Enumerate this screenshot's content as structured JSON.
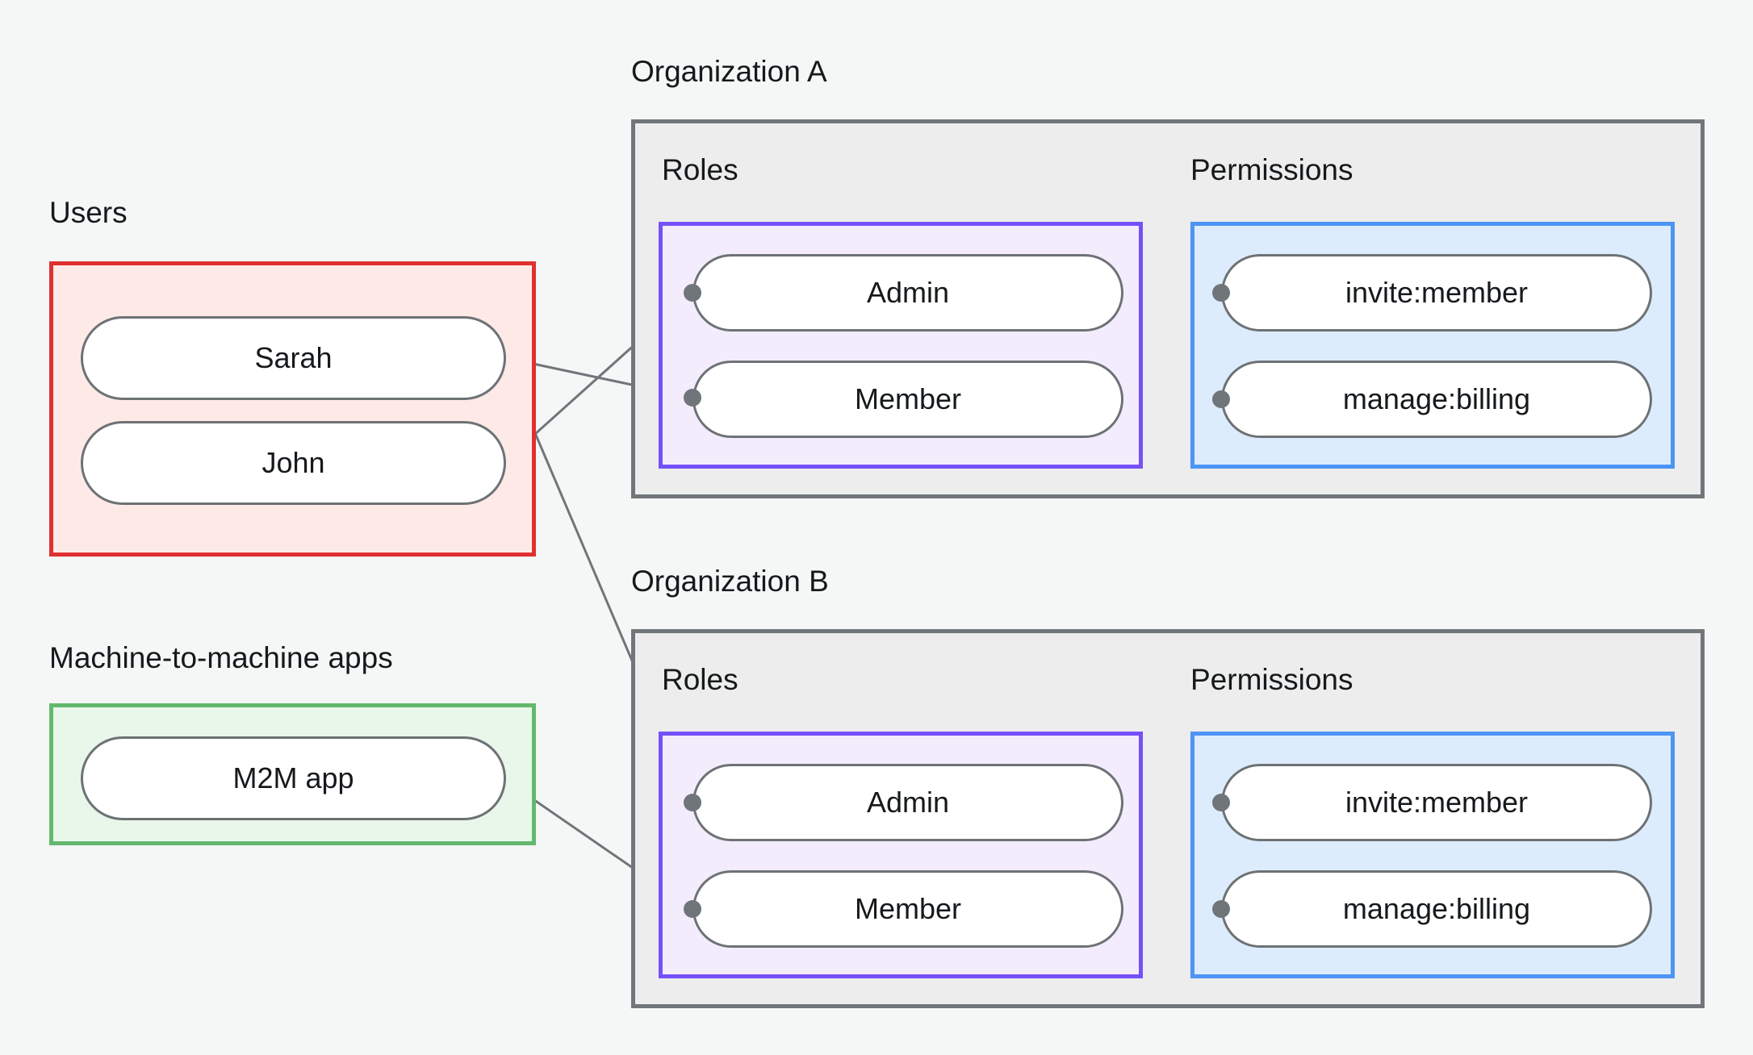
{
  "diagram": {
    "title_visible": false,
    "background_color": "#f4f7f6",
    "colors": {
      "users_border": "#e03131",
      "users_fill": "#fdeae7",
      "m2m_border": "#62b96e",
      "m2m_fill": "#e9f7ea",
      "org_border": "#70767a",
      "org_fill": "#ecedec",
      "roles_border": "#7550f8",
      "roles_fill": "#f3ecfd",
      "permissions_border": "#4d94f5",
      "permissions_fill": "#ddecfd",
      "node_border": "#6d7275",
      "node_fill": "#ffffff",
      "edge": "#70757a",
      "text": "#16191c"
    }
  },
  "users_group": {
    "label": "Users",
    "nodes": [
      {
        "id": "sarah",
        "label": "Sarah"
      },
      {
        "id": "john",
        "label": "John"
      }
    ]
  },
  "m2m_group": {
    "label": "Machine-to-machine apps",
    "nodes": [
      {
        "id": "m2m-app",
        "label": "M2M app"
      }
    ]
  },
  "organizations": [
    {
      "id": "org-a",
      "label": "Organization A",
      "roles": {
        "caption": "Roles",
        "nodes": [
          {
            "id": "org-a-admin",
            "label": "Admin"
          },
          {
            "id": "org-a-member",
            "label": "Member"
          }
        ]
      },
      "permissions": {
        "caption": "Permissions",
        "nodes": [
          {
            "id": "org-a-invite",
            "label": "invite:member"
          },
          {
            "id": "org-a-billing",
            "label": "manage:billing"
          }
        ]
      }
    },
    {
      "id": "org-b",
      "label": "Organization B",
      "roles": {
        "caption": "Roles",
        "nodes": [
          {
            "id": "org-b-admin",
            "label": "Admin"
          },
          {
            "id": "org-b-member",
            "label": "Member"
          }
        ]
      },
      "permissions": {
        "caption": "Permissions",
        "nodes": [
          {
            "id": "org-b-invite",
            "label": "invite:member"
          },
          {
            "id": "org-b-billing",
            "label": "manage:billing"
          }
        ]
      }
    }
  ],
  "edges": [
    {
      "from": "sarah",
      "to": "org-a-member"
    },
    {
      "from": "john",
      "to": "org-a-admin"
    },
    {
      "from": "sarah",
      "to": "org-b-admin"
    },
    {
      "from": "m2m-app",
      "to": "org-b-member"
    },
    {
      "from": "org-a-admin",
      "to": "org-a-invite"
    },
    {
      "from": "org-a-admin",
      "to": "org-a-billing"
    },
    {
      "from": "org-a-member",
      "to": "org-a-billing"
    },
    {
      "from": "org-b-admin",
      "to": "org-b-invite"
    },
    {
      "from": "org-b-admin",
      "to": "org-b-billing"
    },
    {
      "from": "org-b-member",
      "to": "org-b-billing"
    }
  ]
}
